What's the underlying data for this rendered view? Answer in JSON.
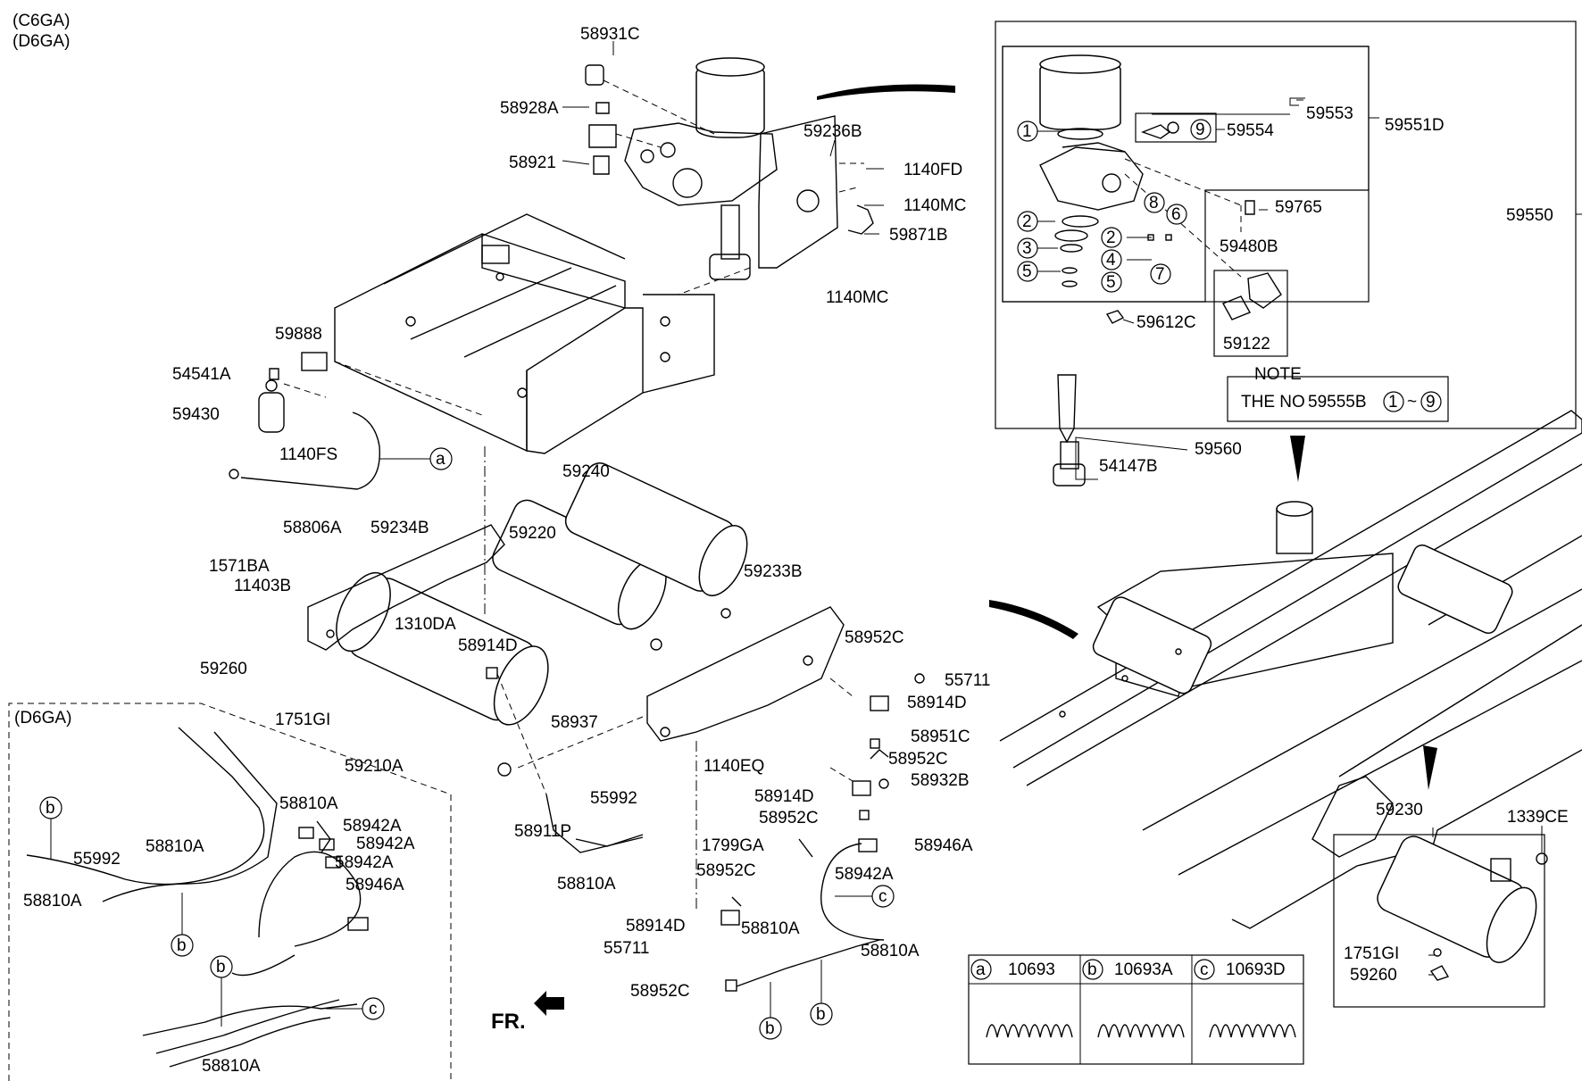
{
  "model_codes": [
    "(C6GA)",
    "(D6GA)"
  ],
  "inset_title": "(D6GA)",
  "note": {
    "title": "NOTE",
    "text_prefix": "THE NO",
    "text_part": "59555B",
    "range_from": "1",
    "range_sep": "~",
    "range_to": "9"
  },
  "front_label": "FR.",
  "legend": [
    {
      "letter": "a",
      "code": "10693"
    },
    {
      "letter": "b",
      "code": "10693A"
    },
    {
      "letter": "c",
      "code": "10693D"
    }
  ],
  "part_labels": [
    "58931C",
    "58928A",
    "58921",
    "59236B",
    "1140FD",
    "1140MC",
    "59871B",
    "1140MC",
    "59888",
    "54541A",
    "59430",
    "1140FS",
    "58806A",
    "59234B",
    "1571BA",
    "11403B",
    "1310DA",
    "58914D",
    "59260",
    "1751GI",
    "59220",
    "59240",
    "59233B",
    "58952C",
    "55711",
    "58914D",
    "58951C",
    "58952C",
    "58932B",
    "58914D",
    "58952C",
    "59210A",
    "58937",
    "1140EQ",
    "58911P",
    "55992",
    "58810A",
    "1799GA",
    "58946A",
    "58942A",
    "58952C",
    "58914D",
    "55711",
    "58810A",
    "58810A",
    "58952C",
    "58810A",
    "58942A",
    "58942A",
    "58942A",
    "58946A",
    "55992",
    "58810A",
    "58810A",
    "58810A",
    "59553",
    "59551D",
    "59554",
    "59765",
    "59550",
    "59480B",
    "59612C",
    "59122",
    "59560",
    "54147B",
    "59230",
    "1339CE",
    "1751GI",
    "59260"
  ],
  "callouts": [
    "a",
    "b",
    "b",
    "b",
    "b",
    "b",
    "c",
    "c"
  ],
  "ring_numbers": [
    "1",
    "9",
    "2",
    "2",
    "3",
    "4",
    "5",
    "5",
    "8",
    "6",
    "7"
  ]
}
